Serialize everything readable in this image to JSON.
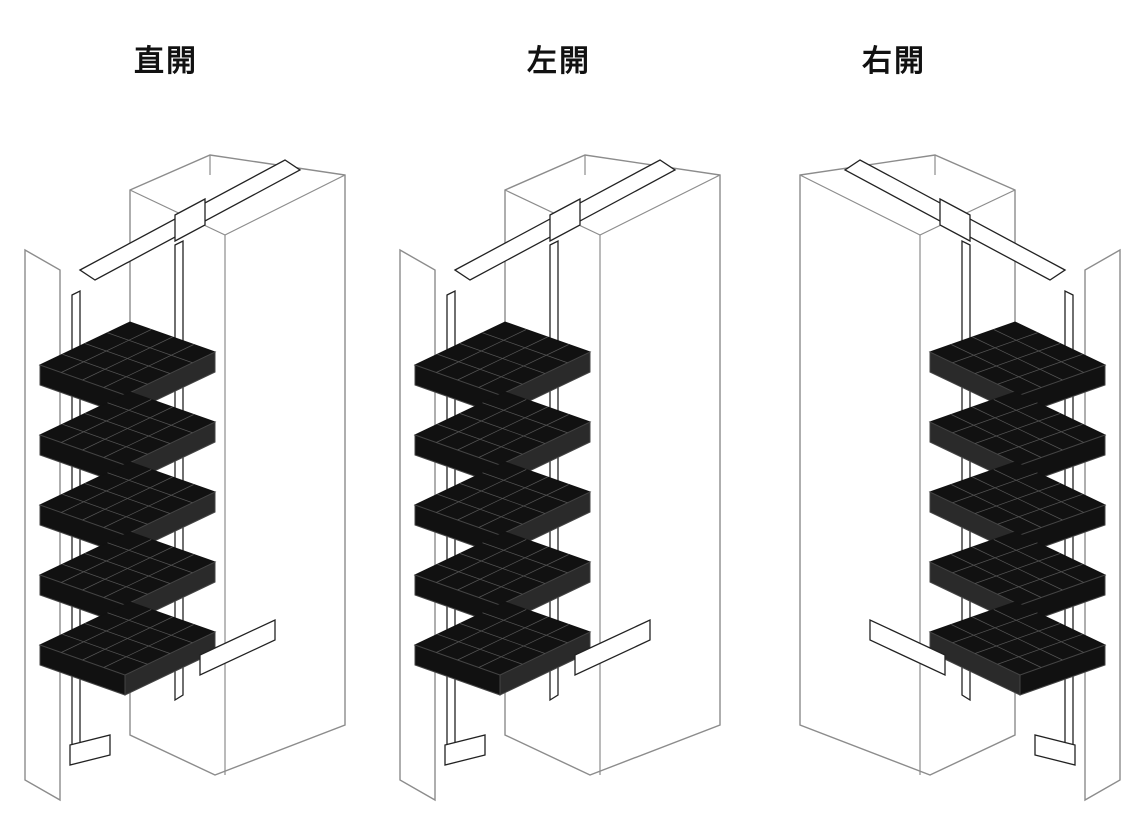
{
  "views": [
    {
      "label": "直開",
      "opening": "straight",
      "basket_count": 5
    },
    {
      "label": "左開",
      "opening": "left",
      "basket_count": 5
    },
    {
      "label": "右開",
      "opening": "right",
      "basket_count": 5
    }
  ],
  "colors": {
    "line": "#8c8c8c",
    "frame": "#222222",
    "basket": "#111111",
    "background": "#ffffff"
  }
}
